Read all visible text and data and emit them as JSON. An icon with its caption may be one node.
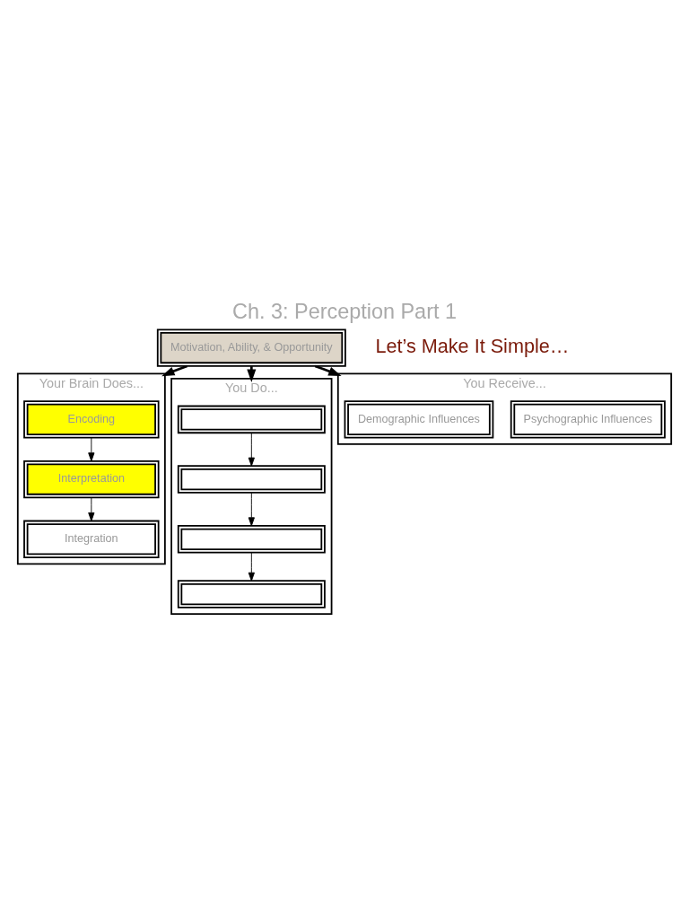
{
  "diagram": {
    "title": "Ch. 3: Perception Part 1",
    "nodes": [
      {
        "text": [
          "Motivation, Ability, & Opportunity"
        ]
      },
      {
        "text": [
          "Your Brain Does..."
        ]
      },
      {
        "text": [
          "Encoding"
        ],
        "in": 1
      },
      {
        "text": [
          "Interpretation"
        ],
        "in": 1
      },
      {
        "text": [
          "Integration"
        ],
        "in": 1
      },
      {
        "text": [
          "You Do..."
        ]
      },
      {
        "text": [],
        "shape": "box",
        "in": 5
      },
      {
        "text": [],
        "shape": "box",
        "in": 5
      },
      {
        "text": [],
        "shape": "box",
        "in": 5
      },
      {
        "text": [],
        "shape": "box",
        "in": 5
      },
      {
        "text": [
          "You Receive..."
        ]
      },
      {
        "text": [
          "Demographic Influences"
        ],
        "in": 10
      },
      {
        "text": [
          "Psychographic Influences"
        ],
        "in": 10
      }
    ],
    "edges": [
      {
        "from": 0,
        "to": 1,
        "arrow": "to",
        "style": "thick"
      },
      {
        "from": 0,
        "to": 5,
        "arrow": "to",
        "style": "thick"
      },
      {
        "from": 0,
        "to": 10,
        "arrow": "to",
        "style": "thick"
      },
      {
        "from": 2,
        "to": 3,
        "arrow": "to"
      },
      {
        "from": 3,
        "to": 4,
        "arrow": "to"
      },
      {
        "from": 6,
        "to": 7,
        "arrow": "to"
      },
      {
        "from": 7,
        "to": 8,
        "arrow": "to"
      },
      {
        "from": 8,
        "to": 9,
        "arrow": "to"
      }
    ],
    "labels": [
      "Let’s Make It Simple…"
    ]
  }
}
